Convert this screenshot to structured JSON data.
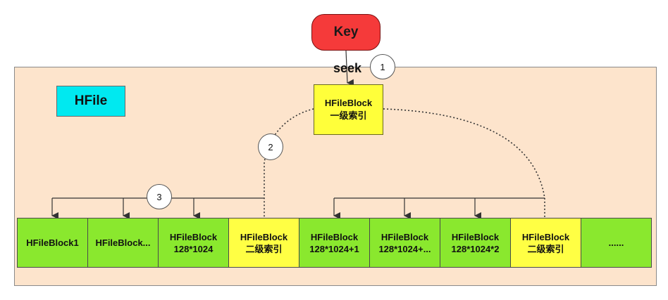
{
  "key_label": "Key",
  "seek_label": "seek",
  "hfile_label": "HFile",
  "root_block": {
    "line1": "HFileBlock",
    "line2": "一级索引"
  },
  "step_labels": [
    "1",
    "2",
    "3"
  ],
  "blocks": [
    {
      "line1": "HFileBlock1",
      "line2": "",
      "type": "data"
    },
    {
      "line1": "HFileBlock...",
      "line2": "",
      "type": "data"
    },
    {
      "line1": "HFileBlock",
      "line2": "128*1024",
      "type": "data"
    },
    {
      "line1": "HFileBlock",
      "line2": "二级索引",
      "type": "index"
    },
    {
      "line1": "HFileBlock",
      "line2": "128*1024+1",
      "type": "data"
    },
    {
      "line1": "HFileBlock",
      "line2": "128*1024+...",
      "type": "data"
    },
    {
      "line1": "HFileBlock",
      "line2": "128*1024*2",
      "type": "data"
    },
    {
      "line1": "HFileBlock",
      "line2": "二级索引",
      "type": "index"
    },
    {
      "line1": "......",
      "line2": "",
      "type": "data"
    }
  ],
  "colors": {
    "data_block": "#8ae82e",
    "index_block": "#ffff44",
    "key": "#f53a3a",
    "hfile_label": "#00e9f0",
    "frame": "#fde4cc"
  }
}
